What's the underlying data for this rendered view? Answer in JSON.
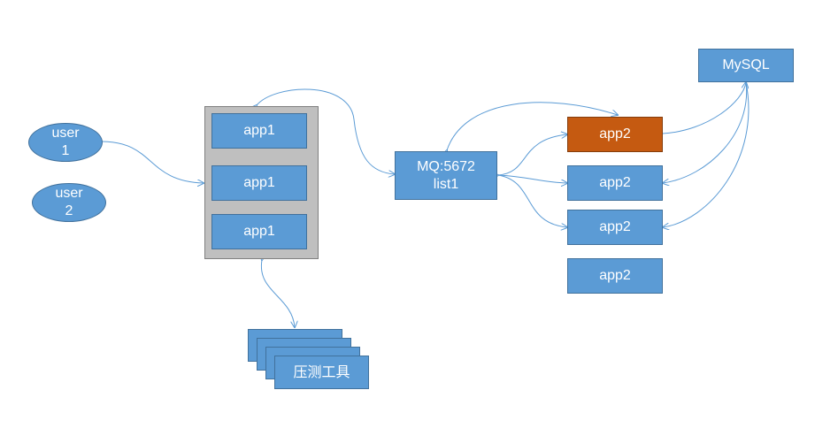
{
  "users": [
    {
      "label": "user\n1"
    },
    {
      "label": "user\n2"
    }
  ],
  "server_apps": [
    {
      "label": "app1"
    },
    {
      "label": "app1"
    },
    {
      "label": "app1"
    }
  ],
  "queue": {
    "label": "MQ:5672\nlist1"
  },
  "consumers": [
    {
      "label": "app2",
      "highlight": true
    },
    {
      "label": "app2"
    },
    {
      "label": "app2"
    },
    {
      "label": "app2"
    }
  ],
  "database": {
    "label": "MySQL"
  },
  "load_tool": {
    "label": "压测工具"
  },
  "colors": {
    "node_fill": "#5b9bd5",
    "node_border": "#41719c",
    "highlight_fill": "#c55a11",
    "container_fill": "#bfbfbf",
    "edge": "#5b9bd5"
  }
}
